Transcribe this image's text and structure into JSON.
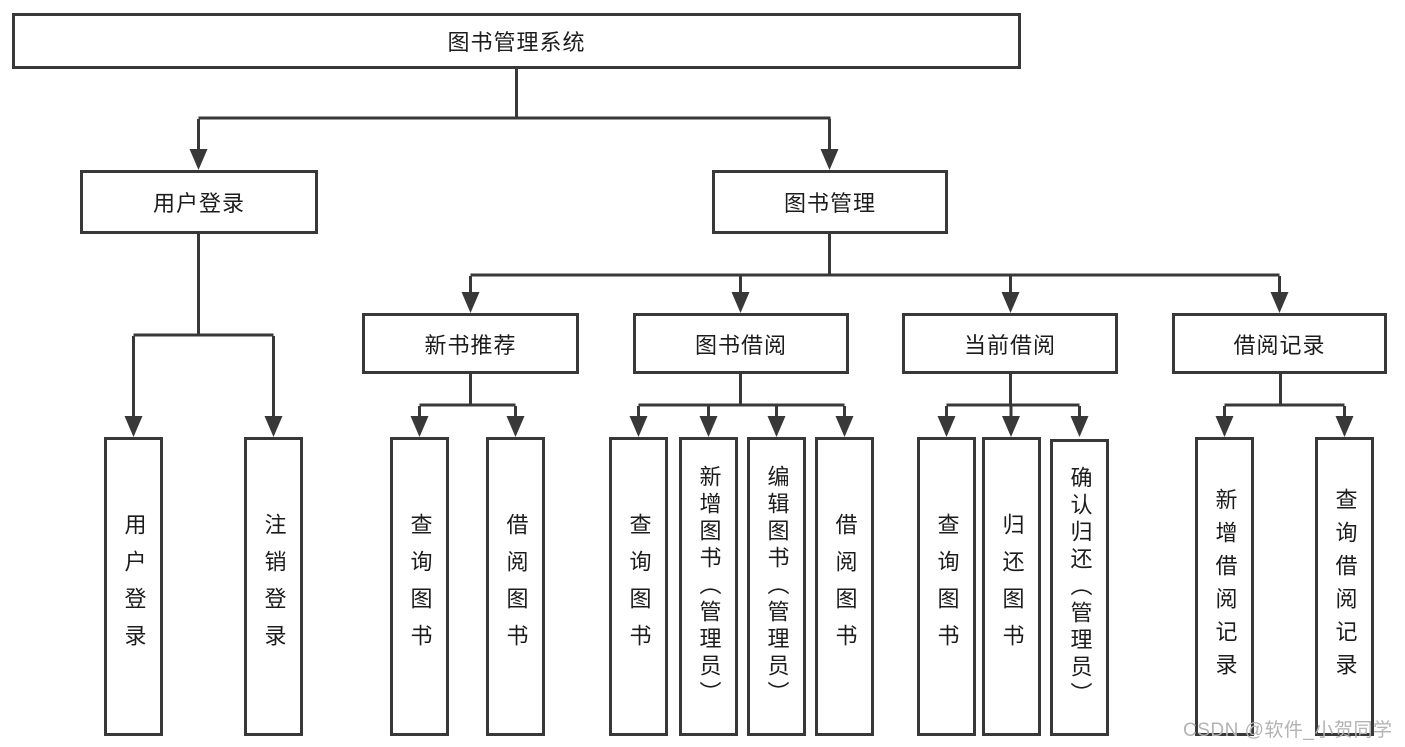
{
  "diagram": {
    "title": "图书管理系统",
    "watermark": "CSDN @软件_小贺同学",
    "colors": {
      "line": "#383838",
      "box_border": "#383838",
      "text": "#1c1c1c",
      "background": "#ffffff",
      "watermark": "#b3b3b3"
    },
    "nodes": {
      "root": {
        "label": "图书管理系统"
      },
      "user_login": {
        "label": "用户登录"
      },
      "book_mgmt": {
        "label": "图书管理"
      },
      "new_book_rec": {
        "label": "新书推荐"
      },
      "book_borrow": {
        "label": "图书借阅"
      },
      "current_borrow": {
        "label": "当前借阅"
      },
      "borrow_record": {
        "label": "借阅记录"
      },
      "leaf_user_login": {
        "label": "用户登录"
      },
      "leaf_logout": {
        "label": "注销登录"
      },
      "leaf_query_book_1": {
        "label": "查询图书"
      },
      "leaf_borrow_book_1": {
        "label": "借阅图书"
      },
      "leaf_query_book_2": {
        "label": "查询图书"
      },
      "leaf_add_book": {
        "label": "新增图书（管理员）"
      },
      "leaf_edit_book": {
        "label": "编辑图书（管理员）"
      },
      "leaf_borrow_book_2": {
        "label": "借阅图书"
      },
      "leaf_query_book_3": {
        "label": "查询图书"
      },
      "leaf_return_book": {
        "label": "归还图书"
      },
      "leaf_confirm_return": {
        "label": "确认归还（管理员）"
      },
      "leaf_add_record": {
        "label": "新增借阅记录"
      },
      "leaf_query_record": {
        "label": "查询借阅记录"
      }
    },
    "hierarchy": {
      "label": "图书管理系统",
      "children": [
        {
          "label": "用户登录",
          "children": [
            "用户登录",
            "注销登录"
          ]
        },
        {
          "label": "图书管理",
          "children": [
            {
              "label": "新书推荐",
              "children": [
                "查询图书",
                "借阅图书"
              ]
            },
            {
              "label": "图书借阅",
              "children": [
                "查询图书",
                "新增图书（管理员）",
                "编辑图书（管理员）",
                "借阅图书"
              ]
            },
            {
              "label": "当前借阅",
              "children": [
                "查询图书",
                "归还图书",
                "确认归还（管理员）"
              ]
            },
            {
              "label": "借阅记录",
              "children": [
                "新增借阅记录",
                "查询借阅记录"
              ]
            }
          ]
        }
      ]
    }
  }
}
